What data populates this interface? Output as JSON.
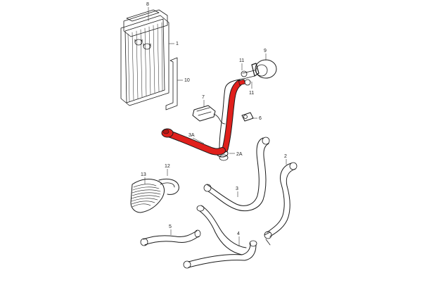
{
  "diagram": {
    "labels": {
      "p8": "8",
      "p1": "1",
      "p10": "10",
      "p9": "9",
      "p11a": "11",
      "p11b": "11",
      "p7": "7",
      "p6": "6",
      "p3A": "3A",
      "p2A": "2A",
      "p2": "2",
      "p12": "12",
      "p13": "13",
      "p3": "3",
      "p5": "5",
      "p4": "4"
    },
    "colors": {
      "highlight": "#e0201c",
      "line": "#1a1a1a",
      "background": "#ffffff"
    }
  }
}
